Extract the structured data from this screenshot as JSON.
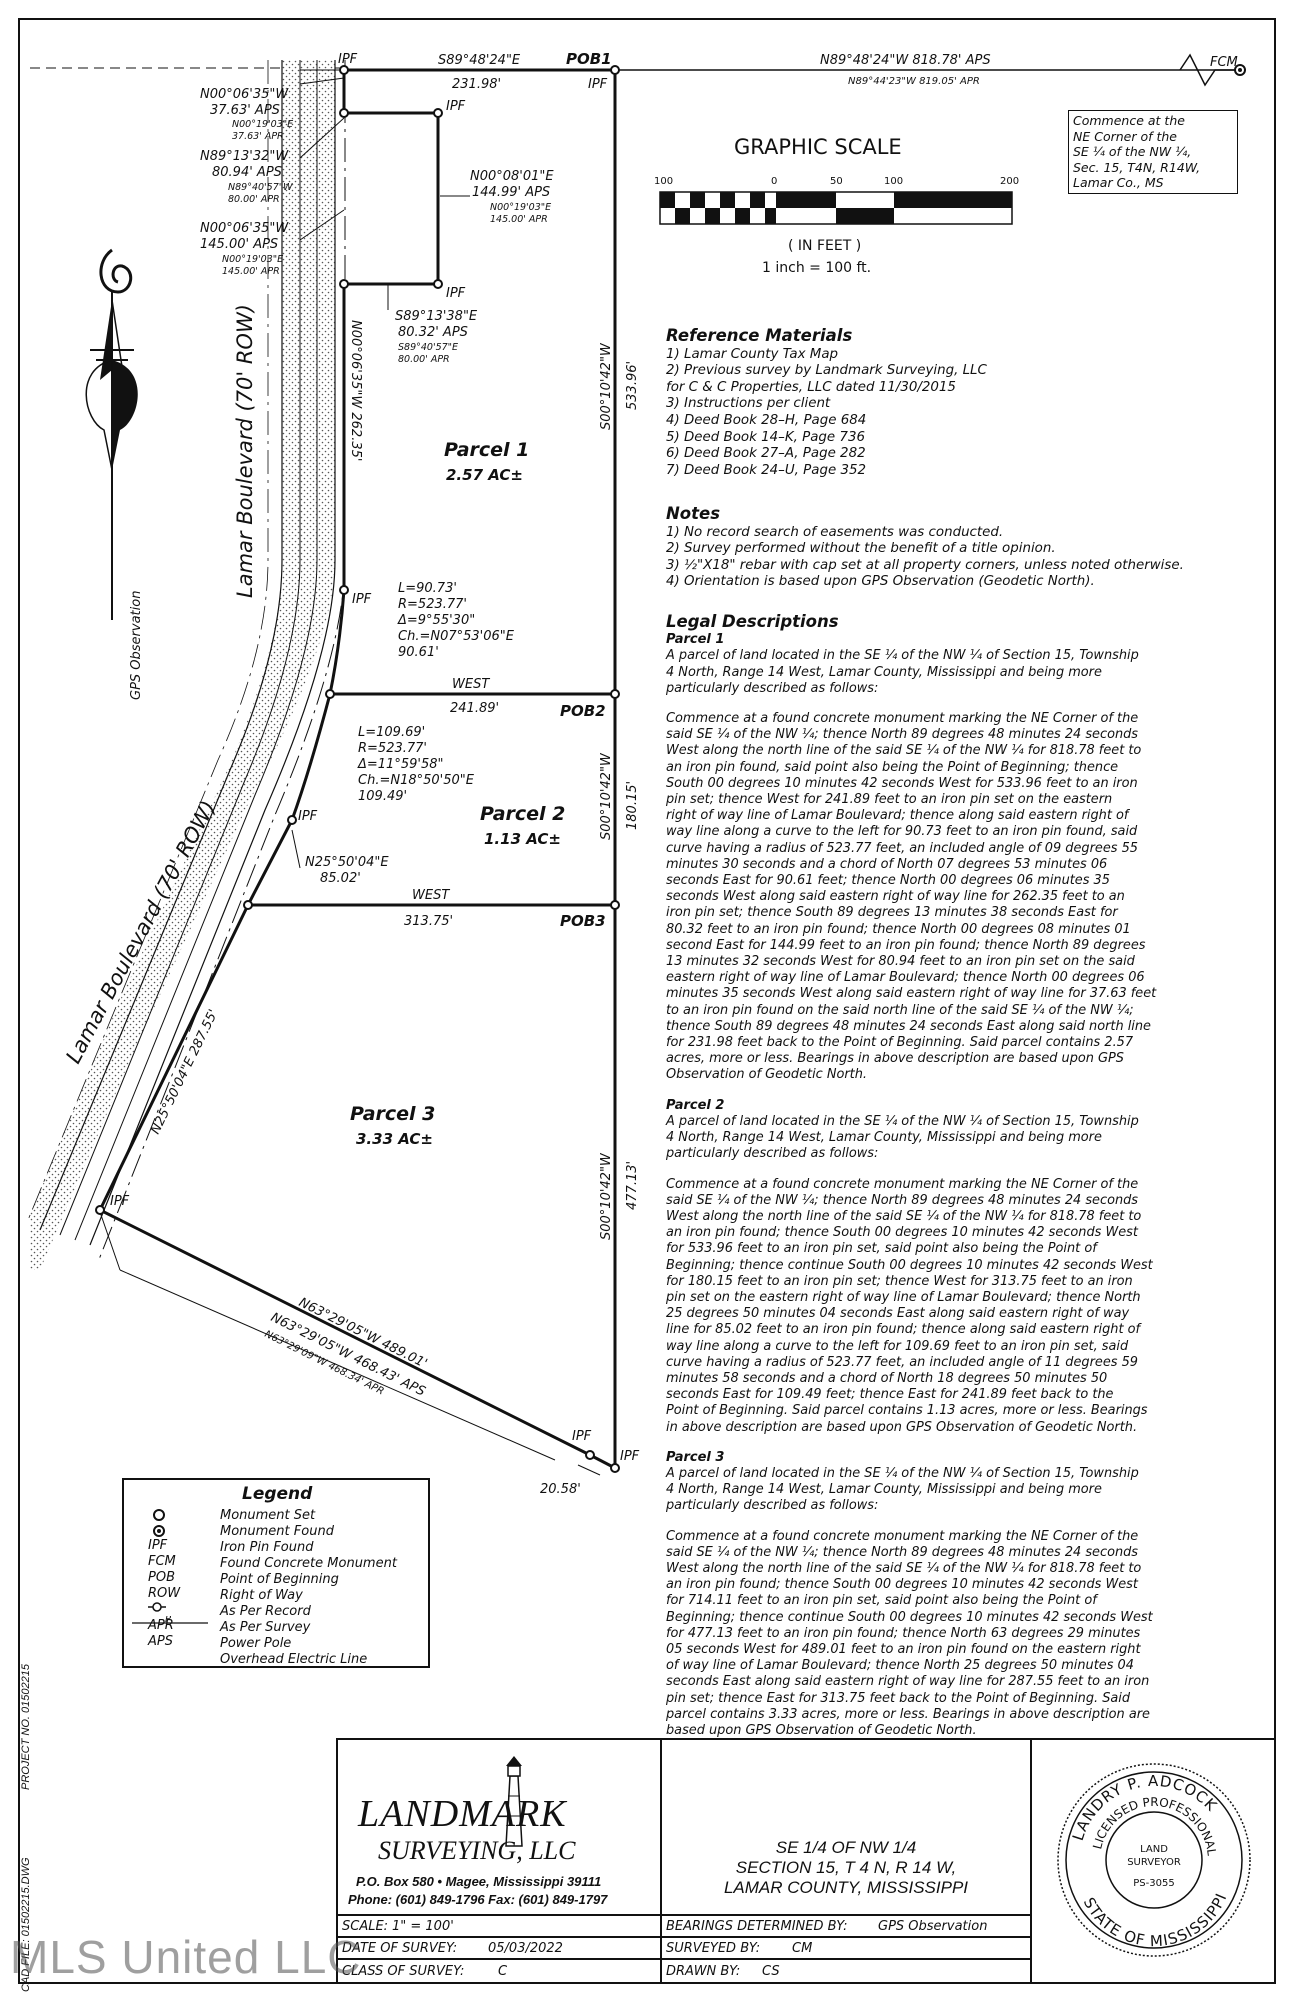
{
  "survey": {
    "header_labels": {
      "pob1": "POB1",
      "pob2": "POB2",
      "pob3": "POB3",
      "fcm": "FCM"
    },
    "commence_note": [
      "Commence at the",
      "NE Corner of the",
      "SE ¼ of the NW ¼,",
      "Sec. 15, T4N, R14W,",
      "Lamar Co., MS"
    ],
    "graphic_scale": {
      "title": "GRAPHIC SCALE",
      "ticks": [
        "100",
        "0",
        "50",
        "100",
        "200"
      ],
      "units": "( IN FEET )",
      "ratio": "1 inch = 100  ft."
    },
    "road_labels": [
      "Lamar Boulevard (70' ROW)",
      "Lamar Boulevard (70' ROW)"
    ],
    "gps_label": "GPS Observation",
    "calls": {
      "top1": "S89°48'24\"E",
      "top1_dist": "231.98'",
      "top2": "N89°48'24\"W 818.78' APS",
      "top2_apr": "N89°44'23\"W 819.05' APR",
      "w1": "N00°06'35\"W",
      "w1_dist": "37.63' APS",
      "w1_apr1": "N00°19'03\"E",
      "w1_apr2": "37.63' APR",
      "w2": "N89°13'32\"W",
      "w2_dist": "80.94' APS",
      "w2_apr1": "N89°40'57\"W",
      "w2_apr2": "80.00' APR",
      "w3": "N00°06'35\"W",
      "w3_dist": "145.00' APS",
      "w3_apr1": "N00°19'03\"E",
      "w3_apr2": "145.00' APR",
      "e1": "N00°08'01\"E",
      "e1_dist": "144.99' APS",
      "e1_apr1": "N00°19'03\"E",
      "e1_apr2": "145.00' APR",
      "s1": "S89°13'38\"E",
      "s1_dist": "80.32' APS",
      "s1_apr1": "S89°40'57\"E",
      "s1_apr2": "80.00' APR",
      "west_row": "N00°06'35\"W 262.35'",
      "east1": "S00°10'42\"W",
      "east1_dist": "533.96'",
      "curve1": [
        "L=90.73'",
        "R=523.77'",
        "Δ=9°55'30\"",
        "Ch.=N07°53'06\"E",
        "90.61'"
      ],
      "west1": "WEST",
      "west1_dist": "241.89'",
      "curve2": [
        "L=109.69'",
        "R=523.77'",
        "Δ=11°59'58\"",
        "Ch.=N18°50'50\"E",
        "109.49'"
      ],
      "east2": "S00°10'42\"W",
      "east2_dist": "180.15'",
      "n25a": "N25°50'04\"E",
      "n25a_dist": "85.02'",
      "west2": "WEST",
      "west2_dist": "313.75'",
      "n25b": "N25°50'04\"E 287.55'",
      "east3": "S00°10'42\"W",
      "east3_dist": "477.13'",
      "diag1": "N63°29'05\"W 489.01'",
      "diag2": "N63°29'05\"W 468.43' APS",
      "diag3": "N63°29'09\"W 468.34' APR",
      "small": "20.58'"
    },
    "pins": {
      "ipf": "IPF"
    },
    "parcels": [
      {
        "name": "Parcel 1",
        "area": "2.57 AC±"
      },
      {
        "name": "Parcel 2",
        "area": "1.13 AC±"
      },
      {
        "name": "Parcel 3",
        "area": "3.33 AC±"
      }
    ]
  },
  "reference": {
    "title": "Reference Materials",
    "items": [
      "1) Lamar County Tax Map",
      "2) Previous survey by Landmark Surveying, LLC",
      "for C & C Properties, LLC dated 11/30/2015",
      "3) Instructions per client",
      "4) Deed Book 28–H, Page 684",
      "5) Deed Book 14–K, Page 736",
      "6) Deed Book 27–A, Page 282",
      "7) Deed Book 24–U, Page 352"
    ]
  },
  "notes": {
    "title": "Notes",
    "items": [
      "1) No record search of easements was conducted.",
      "2) Survey performed without the benefit of a title opinion.",
      "3) ½\"X18\" rebar with cap set at all property corners, unless noted otherwise.",
      "4) Orientation is based upon GPS Observation (Geodetic North)."
    ]
  },
  "legal": {
    "title": "Legal Descriptions",
    "parcels": [
      {
        "heading": "Parcel 1",
        "para1": [
          "A parcel of land located in the SE ¼ of the NW ¼ of Section 15, Township",
          "4 North, Range 14 West, Lamar County, Mississippi and being more",
          "particularly described as follows:"
        ],
        "para2": [
          "Commence at a found concrete monument marking the NE Corner of the",
          "said SE ¼ of the NW ¼; thence North 89 degrees 48 minutes 24 seconds",
          "West along the north line of the said SE ¼ of the NW ¼ for 818.78 feet to",
          "an iron pin found, said point also being the Point of Beginning; thence",
          "South 00 degrees 10 minutes 42 seconds West for 533.96 feet to an iron",
          "pin set; thence West for 241.89 feet to an iron pin set on the eastern",
          "right of way line of Lamar Boulevard; thence along said eastern right of",
          "way line along a curve to the left for 90.73 feet to an iron pin found, said",
          "curve having a radius of 523.77 feet, an included angle of 09 degrees 55",
          "minutes 30 seconds and a chord of North 07 degrees 53 minutes 06",
          "seconds East for 90.61 feet; thence North 00 degrees 06 minutes 35",
          "seconds West along said eastern right of way line for 262.35 feet to an",
          "iron pin set; thence South 89 degrees 13 minutes 38 seconds East for",
          "80.32 feet to an iron pin found; thence North 00 degrees 08 minutes 01",
          "second East for 144.99 feet to an iron pin found; thence North 89 degrees",
          "13 minutes 32 seconds West for 80.94 feet to an iron pin set on the said",
          "eastern right of way line of Lamar Boulevard; thence North 00 degrees 06",
          "minutes 35 seconds West along said eastern right of way line for 37.63 feet",
          "to an iron pin found on the said north line of the said SE ¼ of the NW ¼;",
          "thence South 89 degrees 48 minutes 24 seconds East along said north line",
          "for 231.98 feet back to the Point of Beginning. Said parcel contains 2.57",
          "acres, more or less. Bearings in above description are based upon GPS",
          "Observation of Geodetic North."
        ]
      },
      {
        "heading": "Parcel 2",
        "para1": [
          "A parcel of land located in the SE ¼ of the NW ¼ of Section 15, Township",
          "4 North, Range 14 West, Lamar County, Mississippi and being more",
          "particularly described as follows:"
        ],
        "para2": [
          "Commence at a found concrete monument marking the NE Corner of the",
          "said SE ¼ of the NW ¼; thence North 89 degrees 48 minutes 24 seconds",
          "West along the north line of the said SE ¼ of the NW ¼ for 818.78 feet to",
          "an iron pin found; thence South 00 degrees 10 minutes 42 seconds West",
          "for 533.96 feet to an iron pin set, said point also being the Point of",
          "Beginning; thence continue South 00 degrees 10 minutes 42 seconds West",
          "for 180.15 feet to an iron pin set; thence West for 313.75 feet to an iron",
          "pin set on the eastern right of way line of Lamar Boulevard; thence North",
          "25 degrees 50 minutes 04 seconds East along said eastern right of way",
          "line for 85.02 feet to an iron pin found; thence along said eastern right of",
          "way line along a curve to the left for 109.69 feet to an iron pin set, said",
          "curve having a radius of 523.77 feet, an included angle of 11 degrees 59",
          "minutes 58 seconds and a chord of North 18 degrees 50 minutes 50",
          "seconds East for 109.49 feet; thence East for 241.89 feet back to the",
          "Point of Beginning. Said parcel contains 1.13 acres, more or less. Bearings",
          "in above description are based upon GPS Observation of Geodetic North."
        ]
      },
      {
        "heading": "Parcel 3",
        "para1": [
          "A parcel of land located in the SE ¼ of the NW ¼ of Section 15, Township",
          "4 North, Range 14 West, Lamar County, Mississippi and being more",
          "particularly described as follows:"
        ],
        "para2": [
          "Commence at a found concrete monument marking the NE Corner of the",
          "said SE ¼ of the NW ¼; thence North 89 degrees 48 minutes 24 seconds",
          "West along the north line of the said SE ¼ of the NW ¼ for 818.78 feet to",
          "an iron pin found; thence South 00 degrees 10 minutes 42 seconds West",
          "for 714.11 feet to an iron pin set, said point also being the Point of",
          "Beginning; thence continue South 00 degrees 10 minutes 42 seconds West",
          "for 477.13 feet to an iron pin found; thence North 63 degrees 29 minutes",
          "05 seconds West for 489.01 feet to an iron pin found on the eastern right",
          "of way line of Lamar Boulevard; thence North 25 degrees 50 minutes 04",
          "seconds East along said eastern right of way line for 287.55 feet to an iron",
          "pin set; thence East for 313.75 feet back to the Point of Beginning. Said",
          "parcel contains 3.33 acres, more or less. Bearings in above description are",
          "based upon GPS Observation of Geodetic North."
        ]
      }
    ]
  },
  "legend": {
    "title": "Legend",
    "items": [
      {
        "symbol": "",
        "label": "Monument Set"
      },
      {
        "symbol": "",
        "label": "Monument Found"
      },
      {
        "symbol": "IPF",
        "label": "Iron Pin Found"
      },
      {
        "symbol": "FCM",
        "label": "Found Concrete Monument"
      },
      {
        "symbol": "POB",
        "label": "Point of Beginning"
      },
      {
        "symbol": "ROW",
        "label": "Right of Way"
      },
      {
        "symbol": "APR",
        "label": "As Per Record"
      },
      {
        "symbol": "APS",
        "label": "As Per Survey"
      },
      {
        "symbol": "",
        "label": "Power Pole"
      },
      {
        "symbol": "",
        "label": "Overhead Electric Line"
      }
    ]
  },
  "title_block": {
    "company_line1": "LANDMARK",
    "company_line2": "SURVEYING, LLC",
    "address": "P.O. Box 580 • Magee, Mississippi 39111",
    "phone": "Phone: (601) 849-1796  Fax: (601) 849-1797",
    "scale_label": "SCALE:",
    "scale_value": "1\" = 100'",
    "date_label": "DATE OF SURVEY:",
    "date_value": "05/03/2022",
    "class_label": "CLASS OF SURVEY:",
    "class_value": "C",
    "location_lines": [
      "SE 1/4 OF NW 1/4",
      "SECTION 15, T 4 N, R 14 W,",
      "LAMAR COUNTY, MISSISSIPPI"
    ],
    "bearings_label": "BEARINGS DETERMINED BY:",
    "bearings_value": "GPS Observation",
    "surveyed_label": "SURVEYED BY:",
    "surveyed_value": "CM",
    "drawn_label": "DRAWN BY:",
    "drawn_value": "CS",
    "seal_top": "LANDRY P. ADCOCK",
    "seal_ring": "LICENSED PROFESSIONAL",
    "seal_center1": "LAND",
    "seal_center2": "SURVEYOR",
    "seal_number": "PS-3055",
    "seal_bottom": "STATE OF MISSISSIPPI"
  },
  "margin": {
    "project_no": "PROJECT NO. 01502215",
    "cad_file": "CAD FILE: 01502215.DWG"
  },
  "watermark": "MLS United LLC"
}
